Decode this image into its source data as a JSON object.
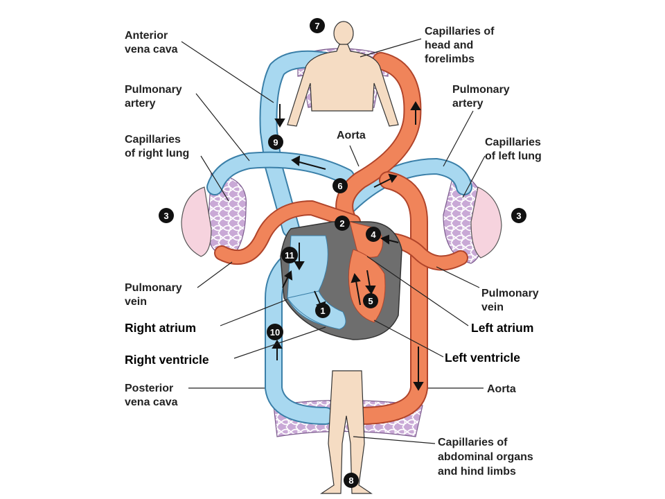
{
  "colors": {
    "oxygenated": "#f0845a",
    "deoxygenated": "#a8d8f0",
    "capillary": "#c9a9d6",
    "skin": "#f5dcc3",
    "lung": "#f6d3de",
    "heart_wall": "#6e6e6e",
    "marker": "#111111"
  },
  "labels": {
    "anterior_vena_cava": [
      "Anterior",
      "vena cava"
    ],
    "capillaries_head": [
      "Capillaries of",
      "head and",
      "forelimbs"
    ],
    "pulmonary_artery_right": [
      "Pulmonary",
      "artery"
    ],
    "pulmonary_artery_left": [
      "Pulmonary",
      "artery"
    ],
    "aorta_top": "Aorta",
    "capillaries_right_lung": [
      "Capillaries",
      "of right lung"
    ],
    "capillaries_left_lung": [
      "Capillaries",
      "of left lung"
    ],
    "pulmonary_vein_right": [
      "Pulmonary",
      "vein"
    ],
    "pulmonary_vein_left": [
      "Pulmonary",
      "vein"
    ],
    "right_atrium": "Right atrium",
    "left_atrium": "Left atrium",
    "right_ventricle": "Right ventricle",
    "left_ventricle": "Left ventricle",
    "posterior_vena_cava": [
      "Posterior",
      "vena cava"
    ],
    "aorta_bottom": "Aorta",
    "capillaries_abdominal": [
      "Capillaries of",
      "abdominal organs",
      "and hind limbs"
    ]
  },
  "markers": {
    "m1": "1",
    "m2": "2",
    "m3_left": "3",
    "m3_right": "3",
    "m4": "4",
    "m5": "5",
    "m6": "6",
    "m7": "7",
    "m8": "8",
    "m9": "9",
    "m10": "10",
    "m11": "11"
  }
}
